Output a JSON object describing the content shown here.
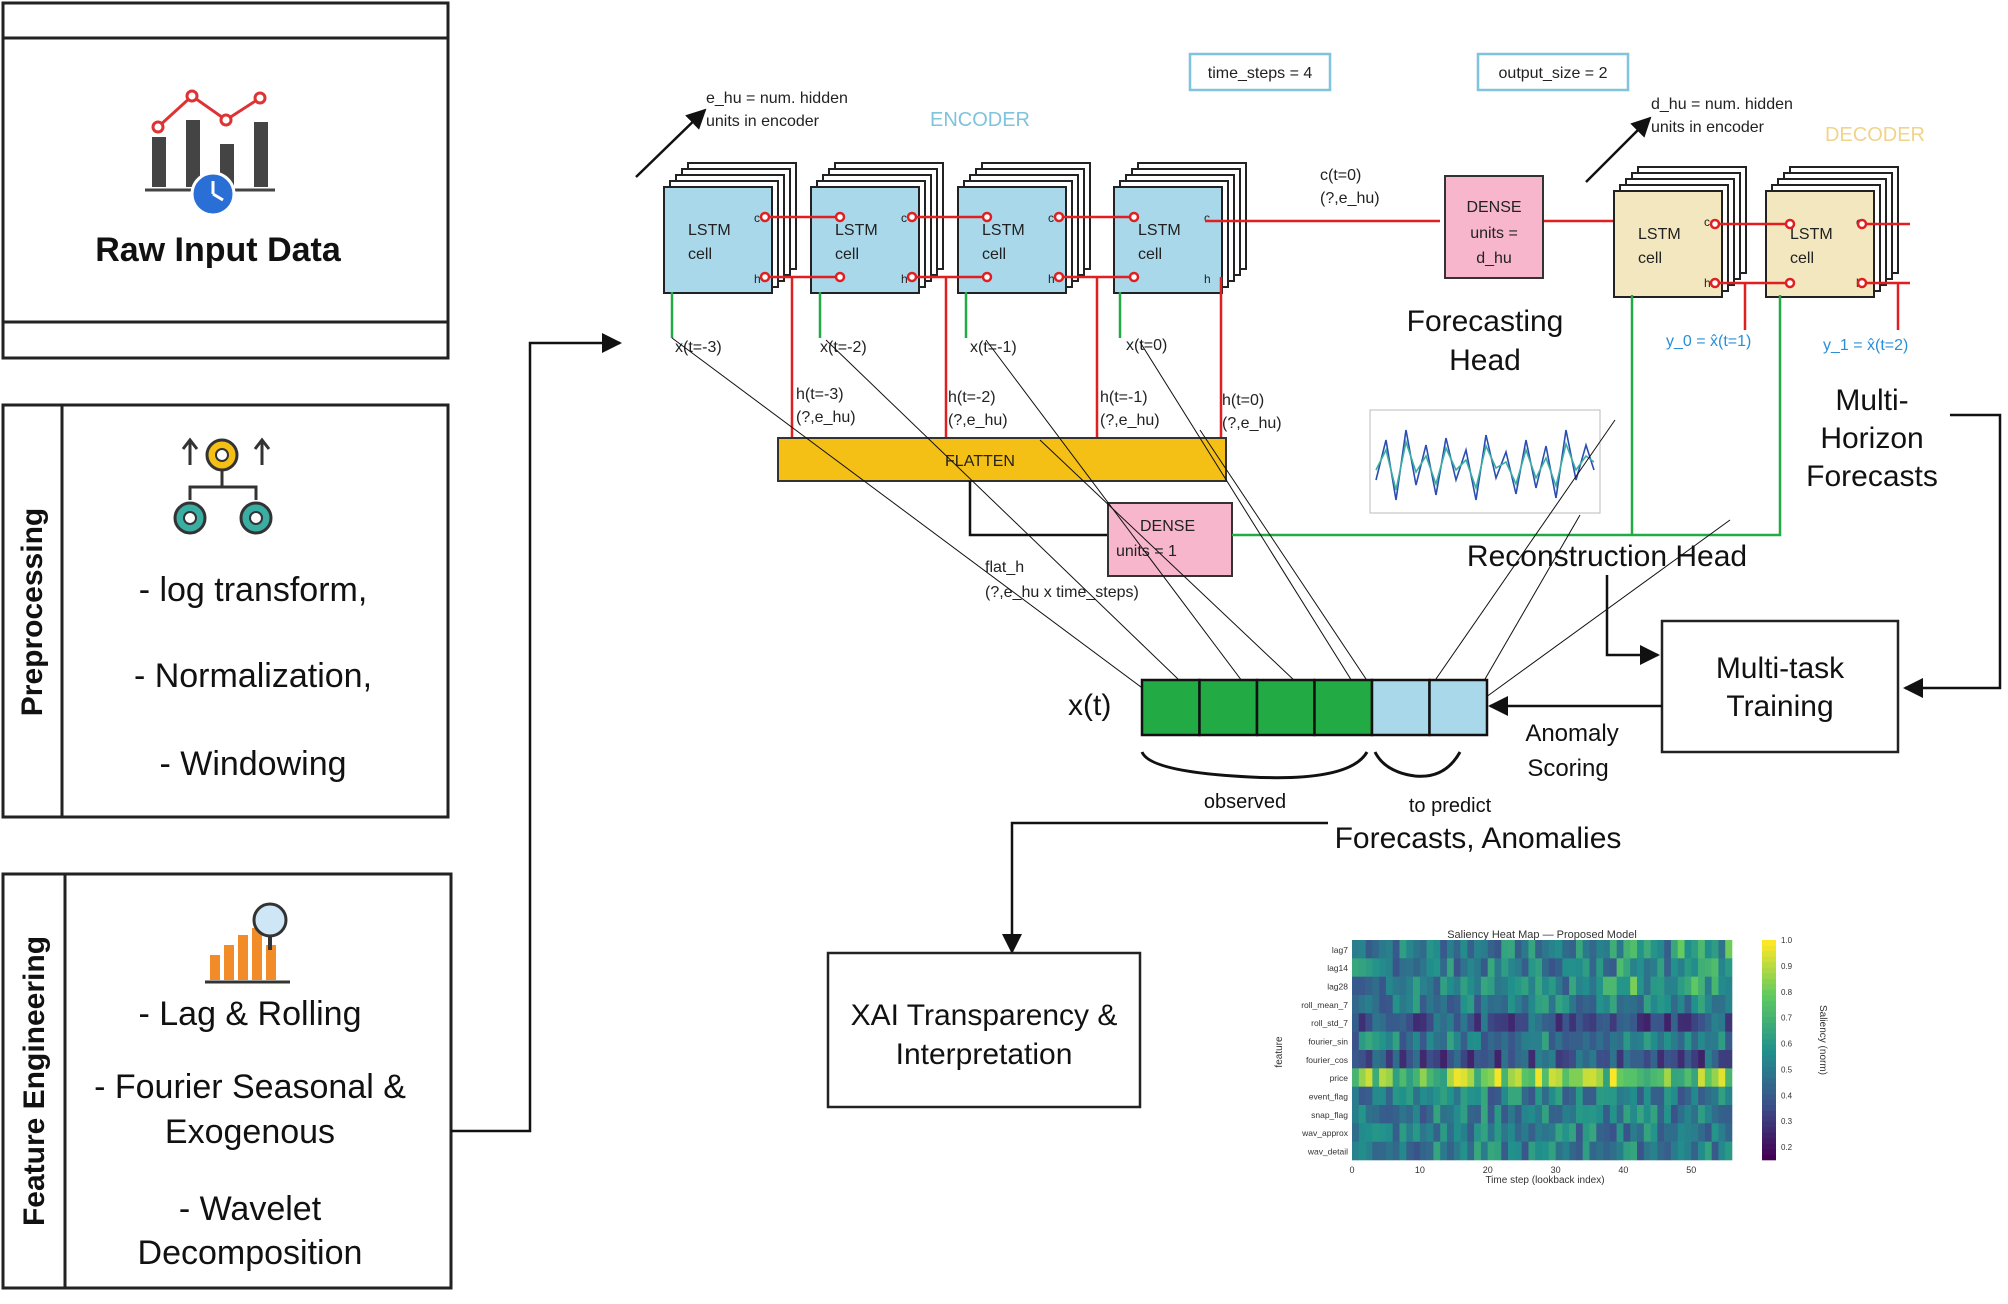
{
  "raw_input": {
    "title": "Raw Input Data"
  },
  "preprocessing": {
    "label": "Preprocessing",
    "items": [
      "- log transform,",
      "- Normalization,",
      "- Windowing"
    ]
  },
  "feature_engineering": {
    "label": "Feature Engineering",
    "lines": [
      "- Lag & Rolling",
      "- Fourier Seasonal &",
      "Exogenous",
      "- Wavelet",
      "Decomposition"
    ]
  },
  "params": {
    "time_steps": "time_steps = 4",
    "output_size": "output_size = 2"
  },
  "encoder": {
    "title": "ENCODER",
    "hidden_note_1": "e_hu = num. hidden",
    "hidden_note_2": "units in encoder",
    "cell_l1": "LSTM",
    "cell_l2": "cell",
    "c_label": "c",
    "h_label": "h",
    "inputs": [
      "x(t=-3)",
      "x(t=-2)",
      "x(t=-1)",
      "x(t=0)"
    ],
    "hidden_outputs": [
      {
        "l1": "h(t=-3)",
        "l2": "(?,e_hu)"
      },
      {
        "l1": "h(t=-2)",
        "l2": "(?,e_hu)"
      },
      {
        "l1": "h(t=-1)",
        "l2": "(?,e_hu)"
      },
      {
        "l1": "h(t=0)",
        "l2": "(?,e_hu)"
      }
    ],
    "cell_state_1": "c(t=0)",
    "cell_state_2": "(?,e_hu)"
  },
  "dense_forecast": {
    "l1": "DENSE",
    "l2": "units =",
    "l3": "d_hu"
  },
  "forecasting_head": {
    "l1": "Forecasting",
    "l2": "Head"
  },
  "decoder": {
    "title": "DECODER",
    "hidden_note_1": "d_hu = num. hidden",
    "hidden_note_2": "units in encoder",
    "outputs": [
      "y_0 = x̂(t=1)",
      "y_1 = x̂(t=2)"
    ]
  },
  "multi_horizon": {
    "l1": "Multi-",
    "l2": "Horizon",
    "l3": "Forecasts"
  },
  "flatten": {
    "label": "FLATTEN",
    "note_1": "flat_h",
    "note_2": "(?,e_hu x time_steps)"
  },
  "dense_recon": {
    "l1": "DENSE",
    "l2": "units = 1"
  },
  "reconstruction_head": {
    "label": "Reconstruction Head"
  },
  "sequence": {
    "label": "x(t)",
    "observed": "observed",
    "to_predict": "to predict",
    "observed_cells": 4,
    "predict_cells": 2,
    "observed_color": "#22aa44",
    "predict_color": "#a9d8ea"
  },
  "multitask": {
    "l1": "Multi-task",
    "l2": "Training"
  },
  "anomaly": {
    "l1": "Anomaly",
    "l2": "Scoring"
  },
  "forecasts_anomalies": {
    "label": "Forecasts, Anomalies"
  },
  "xai": {
    "l1": "XAI Transparency &",
    "l2": "Interpretation"
  },
  "heatmap": {
    "title": "Saliency Heat Map — Proposed Model",
    "ylabel": "feature",
    "xlabel": "Time step (lookback index)",
    "colorbar_label": "Saliency (norm)",
    "features": [
      "lag7",
      "lag14",
      "lag28",
      "roll_mean_7",
      "roll_std_7",
      "fourier_sin",
      "fourier_cos",
      "price",
      "event_flag",
      "snap_flag",
      "wav_approx",
      "wav_detail"
    ],
    "x_ticks": [
      "0",
      "10",
      "20",
      "30",
      "40",
      "50"
    ],
    "cbar_ticks": [
      "0.2",
      "0.3",
      "0.4",
      "0.5",
      "0.6",
      "0.7",
      "0.8",
      "0.9",
      "1.0"
    ]
  },
  "colors": {
    "lstm_encoder": "#a9d8ea",
    "lstm_decoder": "#f3e7bf",
    "dense": "#f7b6cc",
    "flatten": "#f5c016",
    "line_red": "#e02020",
    "line_green": "#22aa44",
    "encoder_title": "#7fc3dc",
    "decoder_title": "#f0d48a"
  }
}
